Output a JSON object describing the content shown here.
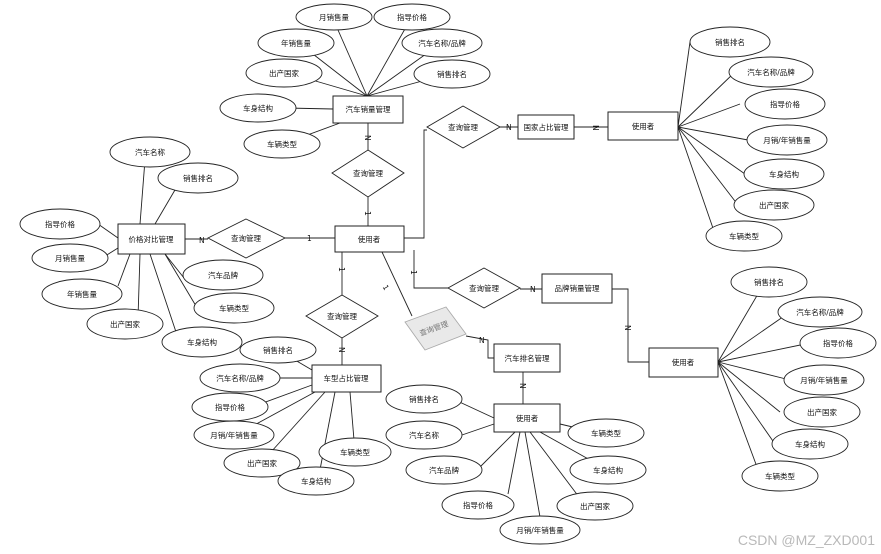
{
  "entities": {
    "user_center": "使用者",
    "sales_mgmt": "汽车销量管理",
    "country_share": "国家占比管理",
    "user_right_top": "使用者",
    "price_compare": "价格对比管理",
    "brand_sales": "品牌销量管理",
    "user_right_bottom": "使用者",
    "model_share": "车型占比管理",
    "sales_rank_mgmt": "汽车排名管理",
    "user_bottom": "使用者"
  },
  "relations": {
    "query_top": "查询管理",
    "query_country": "查询管理",
    "query_price": "查询管理",
    "query_brand": "查询管理",
    "query_model": "查询管理",
    "query_rank": "查询管理"
  },
  "attrs": {
    "sales_mgmt": [
      "月销售量",
      "指导价格",
      "年销售量",
      "汽车名称/品牌",
      "出产国家",
      "销售排名",
      "车身结构",
      "车辆类型"
    ],
    "user_right_top": [
      "销售排名",
      "汽车名称/品牌",
      "指导价格",
      "月销/年销售量",
      "车身结构",
      "出产国家",
      "车辆类型"
    ],
    "price_compare": [
      "汽车名称",
      "销售排名",
      "指导价格",
      "月销售量",
      "年销售量",
      "出产国家",
      "汽车品牌",
      "车辆类型",
      "车身结构"
    ],
    "user_right_bottom": [
      "销售排名",
      "汽车名称/品牌",
      "指导价格",
      "月销/年销售量",
      "出产国家",
      "车身结构",
      "车辆类型"
    ],
    "model_share": [
      "销售排名",
      "汽车名称/品牌",
      "指导价格",
      "月销/年销售量",
      "出产国家",
      "车辆类型",
      "车身结构"
    ],
    "user_bottom": [
      "销售排名",
      "汽车名称",
      "车辆类型",
      "汽车品牌",
      "车身结构",
      "出产国家",
      "指导价格",
      "月销/年销售量"
    ]
  },
  "cardinality": {
    "one": "1",
    "n": "N"
  },
  "watermark": "CSDN @MZ_ZXD001"
}
